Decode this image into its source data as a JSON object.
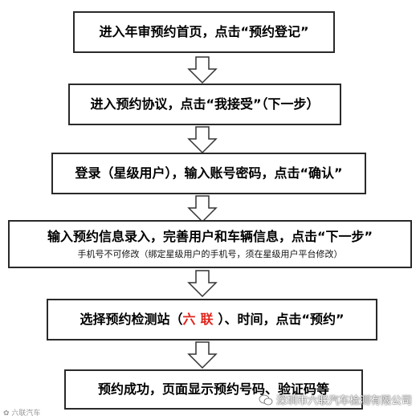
{
  "steps": [
    {
      "text": "进入年审预约首页，点击“预约登记”"
    },
    {
      "text": "进入预约协议，点击“我接受”（下一步）"
    },
    {
      "text": "登录（星级用户），输入账号密码，点击“确认”"
    },
    {
      "text": "输入预约信息录入，完善用户和车辆信息，点击“下一步”",
      "note": "手机号不可修改（绑定星级用户的手机号，须在星级用户平台修改）"
    },
    {
      "before": "选择预约检测站（",
      "highlight": "六联",
      "after": "）、时间，点击“预约”"
    },
    {
      "text": "预约成功，页面显示预约号码、验证码等"
    }
  ],
  "colors": {
    "highlight": "#e0241b",
    "border": "#2a2a2a",
    "arrow_fill": "#ffffff",
    "arrow_stroke": "#333333"
  },
  "watermarks": {
    "left": "✿ 六联汽车",
    "right": "深圳市六联汽车检测有限公司"
  },
  "icons": {
    "flow_arrow": "down-arrow-icon",
    "wechat": "wechat-icon"
  }
}
